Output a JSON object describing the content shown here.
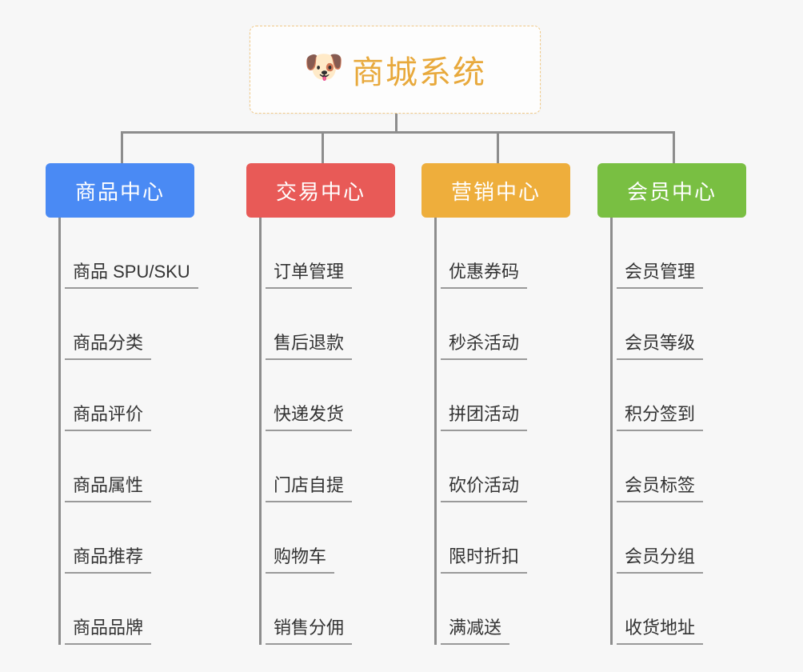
{
  "diagram": {
    "type": "org-chart",
    "background": "#f7f7f7",
    "connector_color": "#8d8d8d",
    "root": {
      "title": "商城系统",
      "icon": "dog-face-icon",
      "icon_glyph": "🐶",
      "text_color": "#e8a93c",
      "border_color": "#f0c987",
      "background": "#fdfdfd"
    },
    "branches": [
      {
        "label": "商品中心",
        "color": "#4a8af4",
        "width": 186,
        "items": [
          "商品 SPU/SKU",
          "商品分类",
          "商品评价",
          "商品属性",
          "商品推荐",
          "商品品牌"
        ]
      },
      {
        "label": "交易中心",
        "color": "#e85a57",
        "width": 186,
        "items": [
          "订单管理",
          "售后退款",
          "快递发货",
          "门店自提",
          "购物车",
          "销售分佣"
        ]
      },
      {
        "label": "营销中心",
        "color": "#eeae3c",
        "width": 186,
        "items": [
          "优惠券码",
          "秒杀活动",
          "拼团活动",
          "砍价活动",
          "限时折扣",
          "满减送"
        ]
      },
      {
        "label": "会员中心",
        "color": "#79bf42",
        "width": 186,
        "items": [
          "会员管理",
          "会员等级",
          "积分签到",
          "会员标签",
          "会员分组",
          "收货地址"
        ]
      }
    ]
  }
}
